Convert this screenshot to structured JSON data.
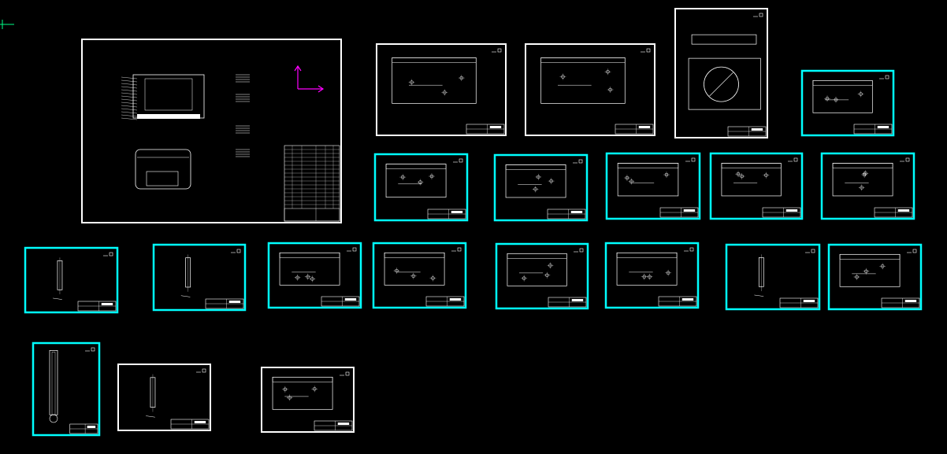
{
  "app": {
    "view": "model-space",
    "background": "#000000",
    "colors": {
      "selected_frame": "#00ffff",
      "unselected_frame": "#ffffff",
      "geometry": "#ffffff",
      "ucs_arrow": "#ff00ff",
      "crosshair": "#00ff88"
    }
  },
  "sheets": [
    {
      "name": "assembly-drawing",
      "selected": false,
      "icon": "assembly-icon"
    },
    {
      "name": "sheet-row1-a",
      "selected": false,
      "icon": "part-drawing-icon"
    },
    {
      "name": "sheet-row1-b",
      "selected": false,
      "icon": "part-drawing-icon"
    },
    {
      "name": "sheet-row1-c",
      "selected": false,
      "icon": "part-drawing-icon"
    },
    {
      "name": "sheet-row1-d",
      "selected": true,
      "icon": "part-drawing-icon"
    },
    {
      "name": "sheet-row2-a",
      "selected": true,
      "icon": "part-drawing-icon"
    },
    {
      "name": "sheet-row2-b",
      "selected": true,
      "icon": "part-drawing-icon"
    },
    {
      "name": "sheet-row2-c",
      "selected": true,
      "icon": "part-drawing-icon"
    },
    {
      "name": "sheet-row2-d",
      "selected": true,
      "icon": "part-drawing-icon"
    },
    {
      "name": "sheet-row2-e",
      "selected": true,
      "icon": "part-drawing-icon"
    },
    {
      "name": "sheet-row3-a",
      "selected": true,
      "icon": "part-drawing-icon"
    },
    {
      "name": "sheet-row3-b",
      "selected": true,
      "icon": "part-drawing-icon"
    },
    {
      "name": "sheet-row3-c",
      "selected": true,
      "icon": "part-drawing-icon"
    },
    {
      "name": "sheet-row3-d",
      "selected": true,
      "icon": "part-drawing-icon"
    },
    {
      "name": "sheet-row3-e",
      "selected": true,
      "icon": "part-drawing-icon"
    },
    {
      "name": "sheet-row3-f",
      "selected": true,
      "icon": "part-drawing-icon"
    },
    {
      "name": "sheet-row3-g",
      "selected": true,
      "icon": "part-drawing-icon"
    },
    {
      "name": "sheet-row3-h",
      "selected": true,
      "icon": "part-drawing-icon"
    },
    {
      "name": "sheet-row4-a",
      "selected": true,
      "icon": "part-drawing-icon"
    },
    {
      "name": "sheet-row4-b",
      "selected": false,
      "icon": "part-drawing-icon"
    },
    {
      "name": "sheet-row4-c",
      "selected": false,
      "icon": "part-drawing-icon"
    }
  ]
}
